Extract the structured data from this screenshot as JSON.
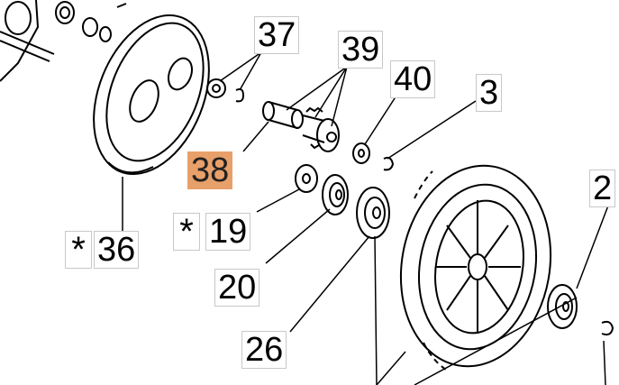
{
  "diagram": {
    "callouts": [
      {
        "id": "p37",
        "number": "37",
        "highlighted": false
      },
      {
        "id": "p39",
        "number": "39",
        "highlighted": false
      },
      {
        "id": "p40",
        "number": "40",
        "highlighted": false
      },
      {
        "id": "p3",
        "number": "3",
        "highlighted": false
      },
      {
        "id": "p38",
        "number": "38",
        "highlighted": true
      },
      {
        "id": "p19",
        "number": "19",
        "highlighted": false,
        "marker": "*"
      },
      {
        "id": "p36",
        "number": "36",
        "highlighted": false,
        "marker": "*"
      },
      {
        "id": "p20",
        "number": "20",
        "highlighted": false
      },
      {
        "id": "p26",
        "number": "26",
        "highlighted": false
      },
      {
        "id": "p2x",
        "number": "2",
        "highlighted": false
      }
    ],
    "highlight_color": "#e8a06a"
  }
}
